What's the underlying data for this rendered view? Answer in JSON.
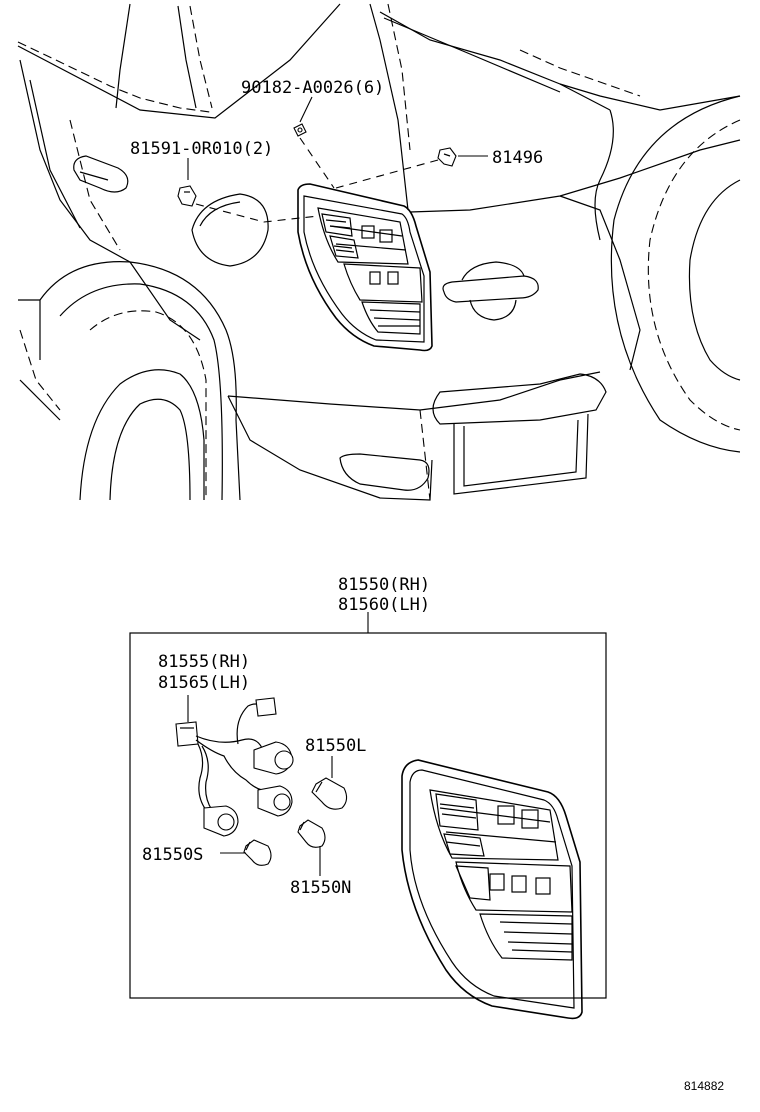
{
  "labels": {
    "screw": "90182-A0026(6)",
    "clip": "81591-0R010(2)",
    "retainer": "81496",
    "lamp_rh": "81550(RH)",
    "lamp_lh": "81560(LH)",
    "socket_rh": "81555(RH)",
    "socket_lh": "81565(LH)",
    "bulb_l": "81550L",
    "bulb_s": "81550S",
    "bulb_n": "81550N",
    "drawing_no": "814882"
  }
}
